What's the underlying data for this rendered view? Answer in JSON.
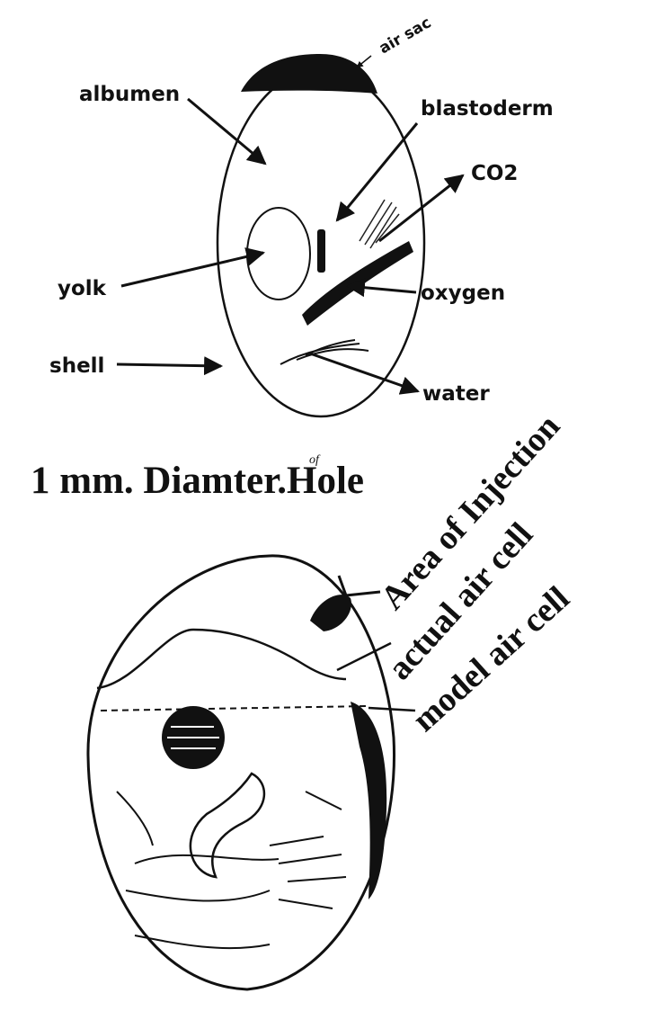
{
  "figure1": {
    "labels": {
      "air_sac": "air sac",
      "albumen": "albumen",
      "blastoderm": "blastoderm",
      "co2": "CO2",
      "yolk": "yolk",
      "oxygen": "oxygen",
      "shell": "shell",
      "water": "water"
    }
  },
  "caption": {
    "title_main": "1 mm. Diamter",
    "title_of": "of",
    "title_end": "Hole"
  },
  "figure2": {
    "labels": {
      "area_of_injection": "Area of Injection",
      "actual_air_cell": "actual air cell",
      "model_air_cell": "model air cell"
    }
  },
  "colors": {
    "ink": "#111111",
    "paper": "#ffffff"
  }
}
